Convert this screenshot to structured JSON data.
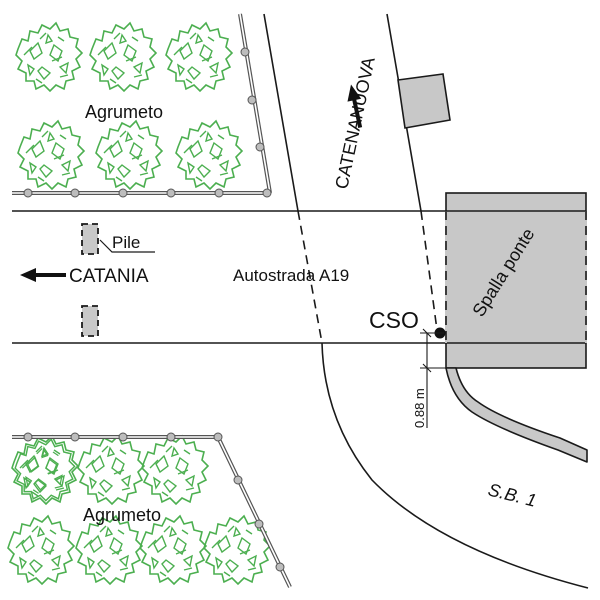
{
  "diagram": {
    "labels": {
      "orchard_top": "Agrumeto",
      "orchard_bottom": "Agrumeto",
      "road_catenanuova": "CATENANUOVA",
      "pile": "Pile",
      "catania": "CATANIA",
      "motorway": "Autostrada A19",
      "cso": "CSO",
      "abutment": "Spalla ponte",
      "dimension": "0.88 m",
      "provincial_road": "S.B. 1"
    },
    "colors": {
      "tree": "#4caf50",
      "fill_gray": "#c8c8c8",
      "line": "#1a1a1a",
      "fence_post": "#bdbdbd"
    },
    "icons": {
      "arrow_catenanuova": "arrow-up-icon",
      "arrow_catania": "arrow-left-icon"
    }
  }
}
